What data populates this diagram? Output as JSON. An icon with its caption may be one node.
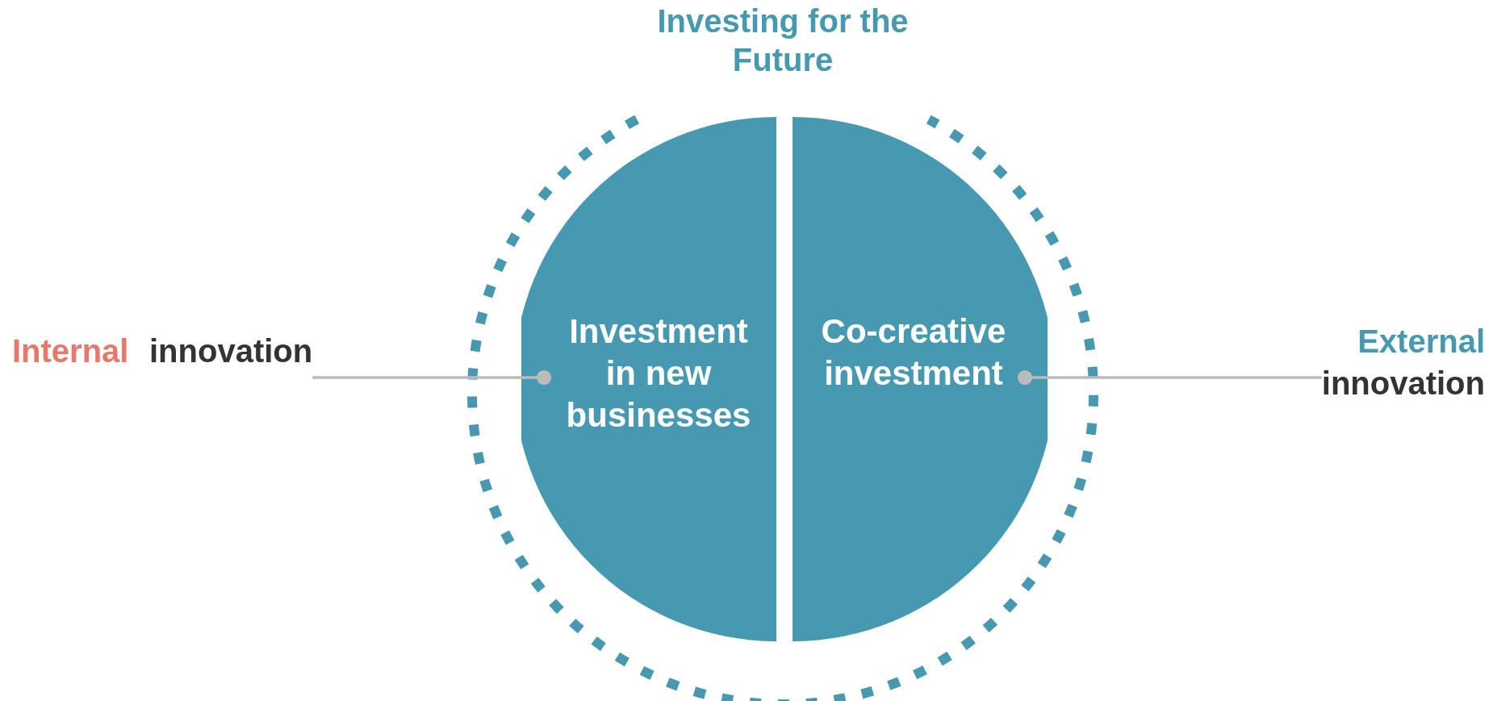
{
  "diagram": {
    "nodes": [
      {
        "text": [
          "Investing for the Future"
        ]
      },
      {
        "text": [
          "Investment in new businesses"
        ],
        "in": 0
      },
      {
        "text": [
          "Co-creative investment"
        ],
        "in": 0
      },
      {
        "text": [
          "Internal",
          "innovation"
        ]
      },
      {
        "text": [
          "External",
          "innovation"
        ]
      }
    ],
    "edges": [
      {
        "from": 3,
        "to": 1,
        "arrow": "other"
      },
      {
        "from": 4,
        "to": 2,
        "arrow": "other"
      }
    ]
  }
}
